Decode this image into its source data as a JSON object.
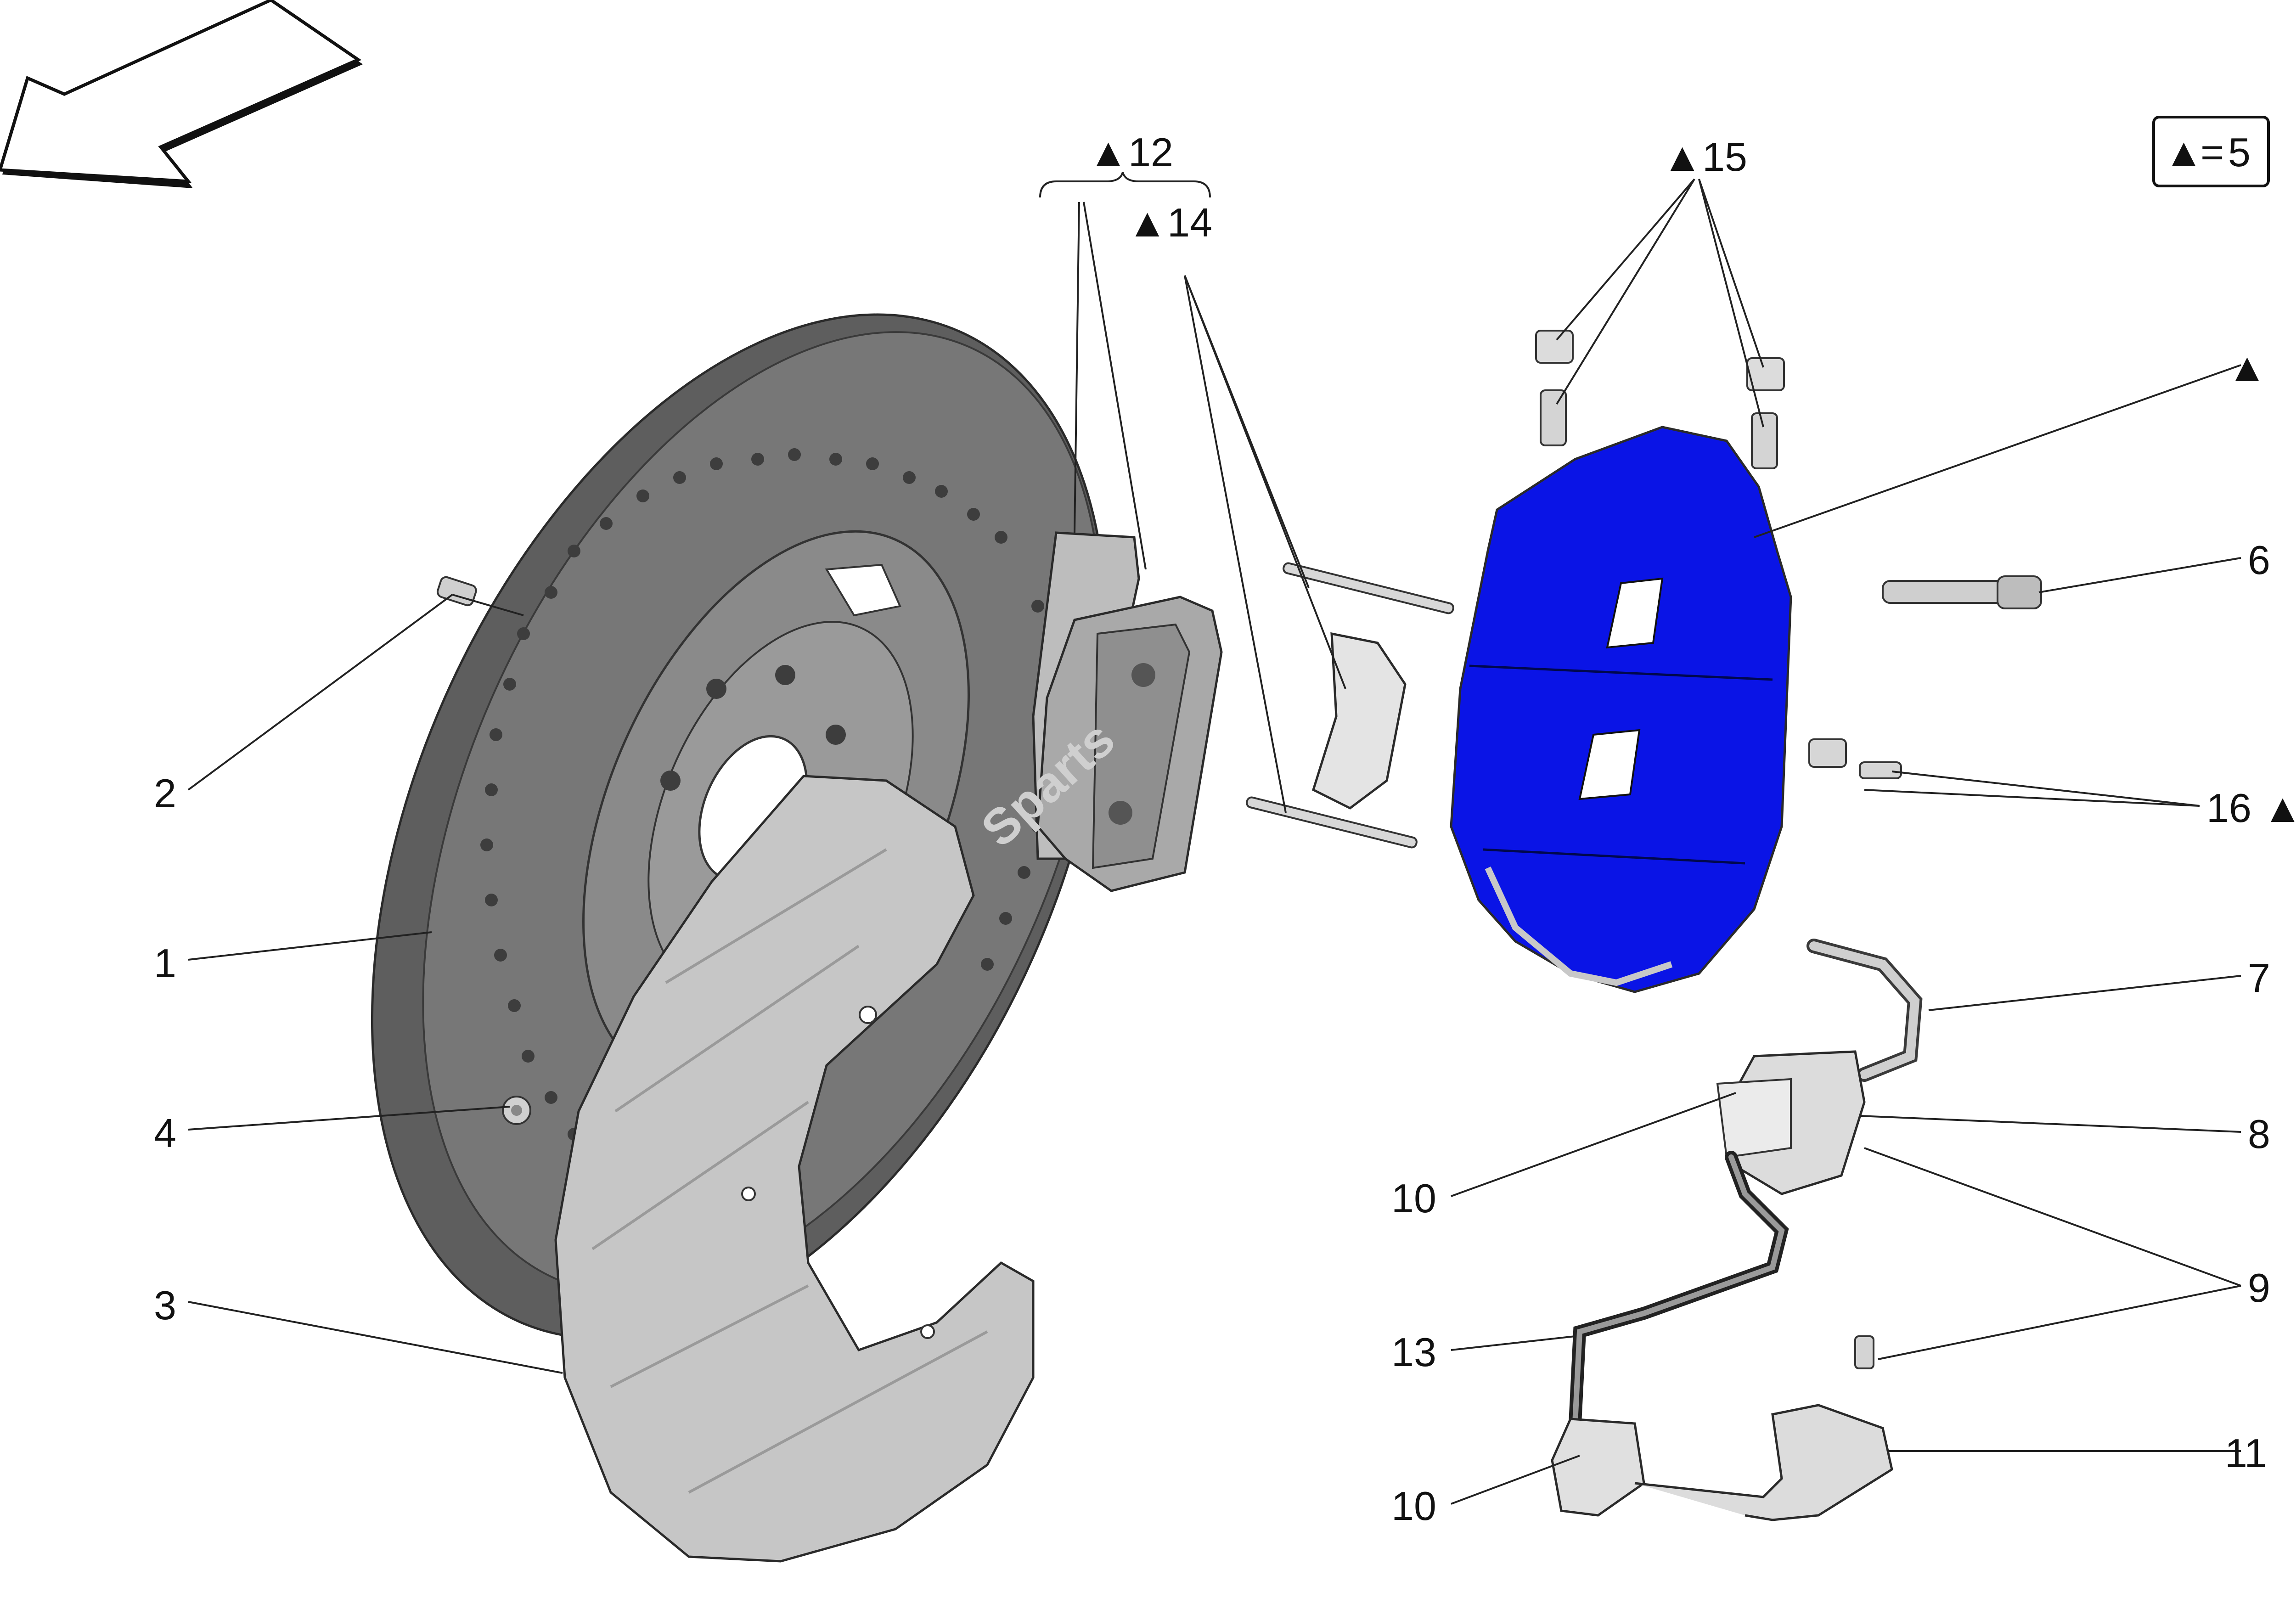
{
  "diagram": {
    "legend": {
      "symbol": "▲",
      "equals": "=",
      "value": "5"
    },
    "callouts": {
      "c1": "1",
      "c2": "2",
      "c3": "3",
      "c4": "4",
      "c6": "6",
      "c7": "7",
      "c8": "8",
      "c9": "9",
      "c10a": "10",
      "c10b": "10",
      "c11": "11",
      "c12": "▲12",
      "c13": "13",
      "c14": "▲14",
      "c15": "▲15",
      "c16": "16 ▲",
      "caliper_mark": "▲"
    },
    "watermark": "Sparts"
  },
  "colors": {
    "caliper": "#0a14e6",
    "disc": "#6b6b6b",
    "shield": "#c9c9c9",
    "parts": "#d9d9d9"
  }
}
